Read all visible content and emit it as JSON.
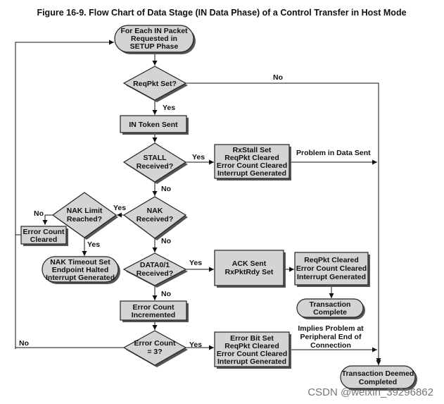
{
  "title": "Figure 16-9. Flow Chart of Data Stage (IN Data Phase) of a Control Transfer in Host Mode",
  "nodes": {
    "start": [
      "For Each IN Packet",
      "Requested in",
      "SETUP Phase"
    ],
    "reqpkt_set": [
      "ReqPkt Set?"
    ],
    "in_token_sent": [
      "IN Token Sent"
    ],
    "stall_received": [
      "STALL",
      "Received?"
    ],
    "rxstall_box": [
      "RxStall Set",
      "ReqPkt Cleared",
      "Error Count Cleared",
      "Interrupt Generated"
    ],
    "nak_received": [
      "NAK",
      "Received?"
    ],
    "nak_limit": [
      "NAK Limit",
      "Reached?"
    ],
    "error_count_cleared": [
      "Error Count",
      "Cleared"
    ],
    "nak_timeout": [
      "NAK Timeout Set",
      "Endpoint Halted",
      "Interrupt Generated"
    ],
    "data01_received": [
      "DATA0/1",
      "Received?"
    ],
    "ack_sent": [
      "ACK Sent",
      "RxPktRdy Set"
    ],
    "reqpkt_cleared_box": [
      "ReqPkt Cleared",
      "Error Count Cleared",
      "Interrupt Generated"
    ],
    "transaction_complete": [
      "Transaction",
      "Complete"
    ],
    "error_count_incremented": [
      "Error Count",
      "Incremented"
    ],
    "error_count_3": [
      "Error Count",
      "= 3?"
    ],
    "error_bit_box": [
      "Error Bit Set",
      "ReqPkt Cleared",
      "Error Count Cleared",
      "Interrupt Generated"
    ],
    "deemed_completed": [
      "Transaction Deemed",
      "Completed"
    ]
  },
  "edge_labels": {
    "reqpkt_no": "No",
    "reqpkt_yes": "Yes",
    "stall_yes": "Yes",
    "stall_no": "No",
    "problem_in_data": "Problem in Data Sent",
    "nak_yes": "Yes",
    "nak_no": "No",
    "naklimit_no": "No",
    "naklimit_yes": "Yes",
    "data_yes": "Yes",
    "data_no": "No",
    "err3_no": "No",
    "err3_yes": "Yes",
    "implies_problem": [
      "Implies Problem at",
      "Peripheral End of",
      "Connection"
    ]
  },
  "watermark": "CSDN @weixin_39296862"
}
